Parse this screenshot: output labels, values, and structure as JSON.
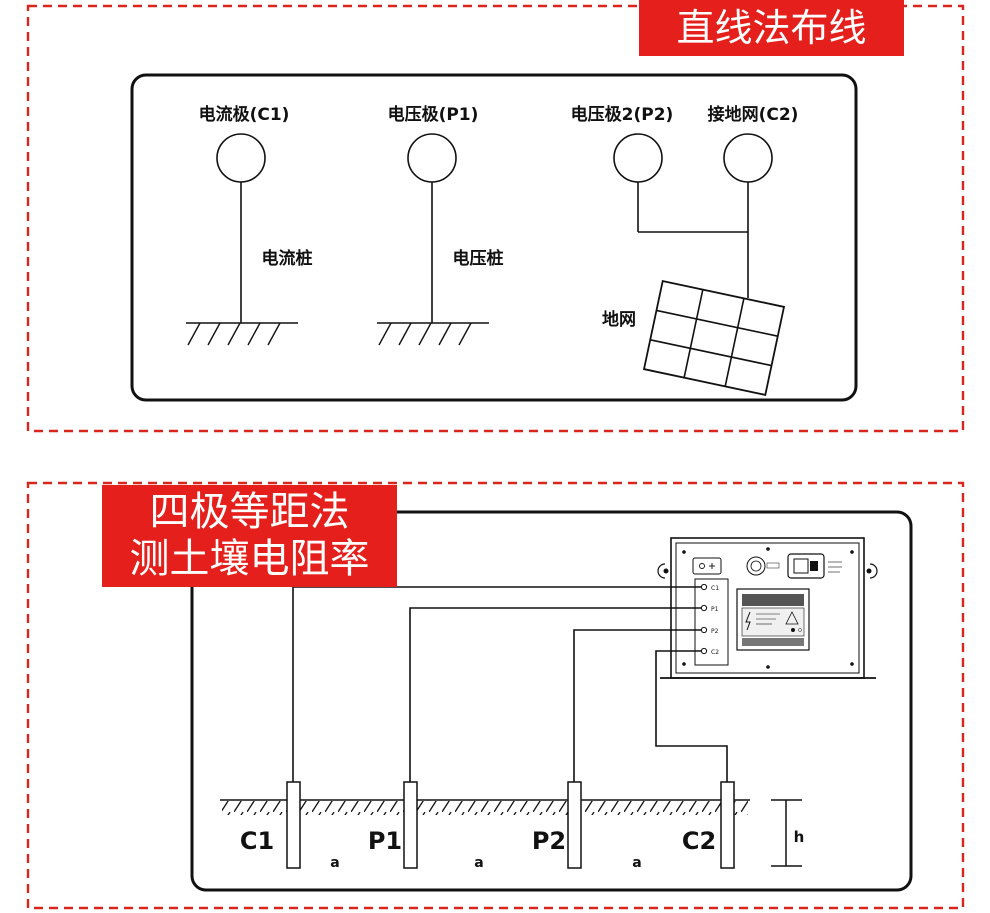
{
  "top_panel": {
    "title": "直线法布线",
    "labels": {
      "current_electrode": "电流极(C1)",
      "voltage_electrode": "电压极(P1)",
      "voltage_electrode_2": "电压极2(P2)",
      "grounding_grid_c2": "接地网(C2)",
      "current_stake": "电流桩",
      "voltage_stake": "电压桩",
      "ground_grid": "地网"
    }
  },
  "bottom_panel": {
    "title_line1": "四极等距法",
    "title_line2": "测土壤电阻率",
    "terminals": [
      "C1",
      "P1",
      "P2",
      "C2"
    ],
    "probes": [
      "C1",
      "P1",
      "P2",
      "C2"
    ],
    "spacing_label": "a",
    "depth_label": "h"
  },
  "colors": {
    "accent": "#e5201c",
    "dashed_border": "#d9261c",
    "line": "#111111"
  }
}
